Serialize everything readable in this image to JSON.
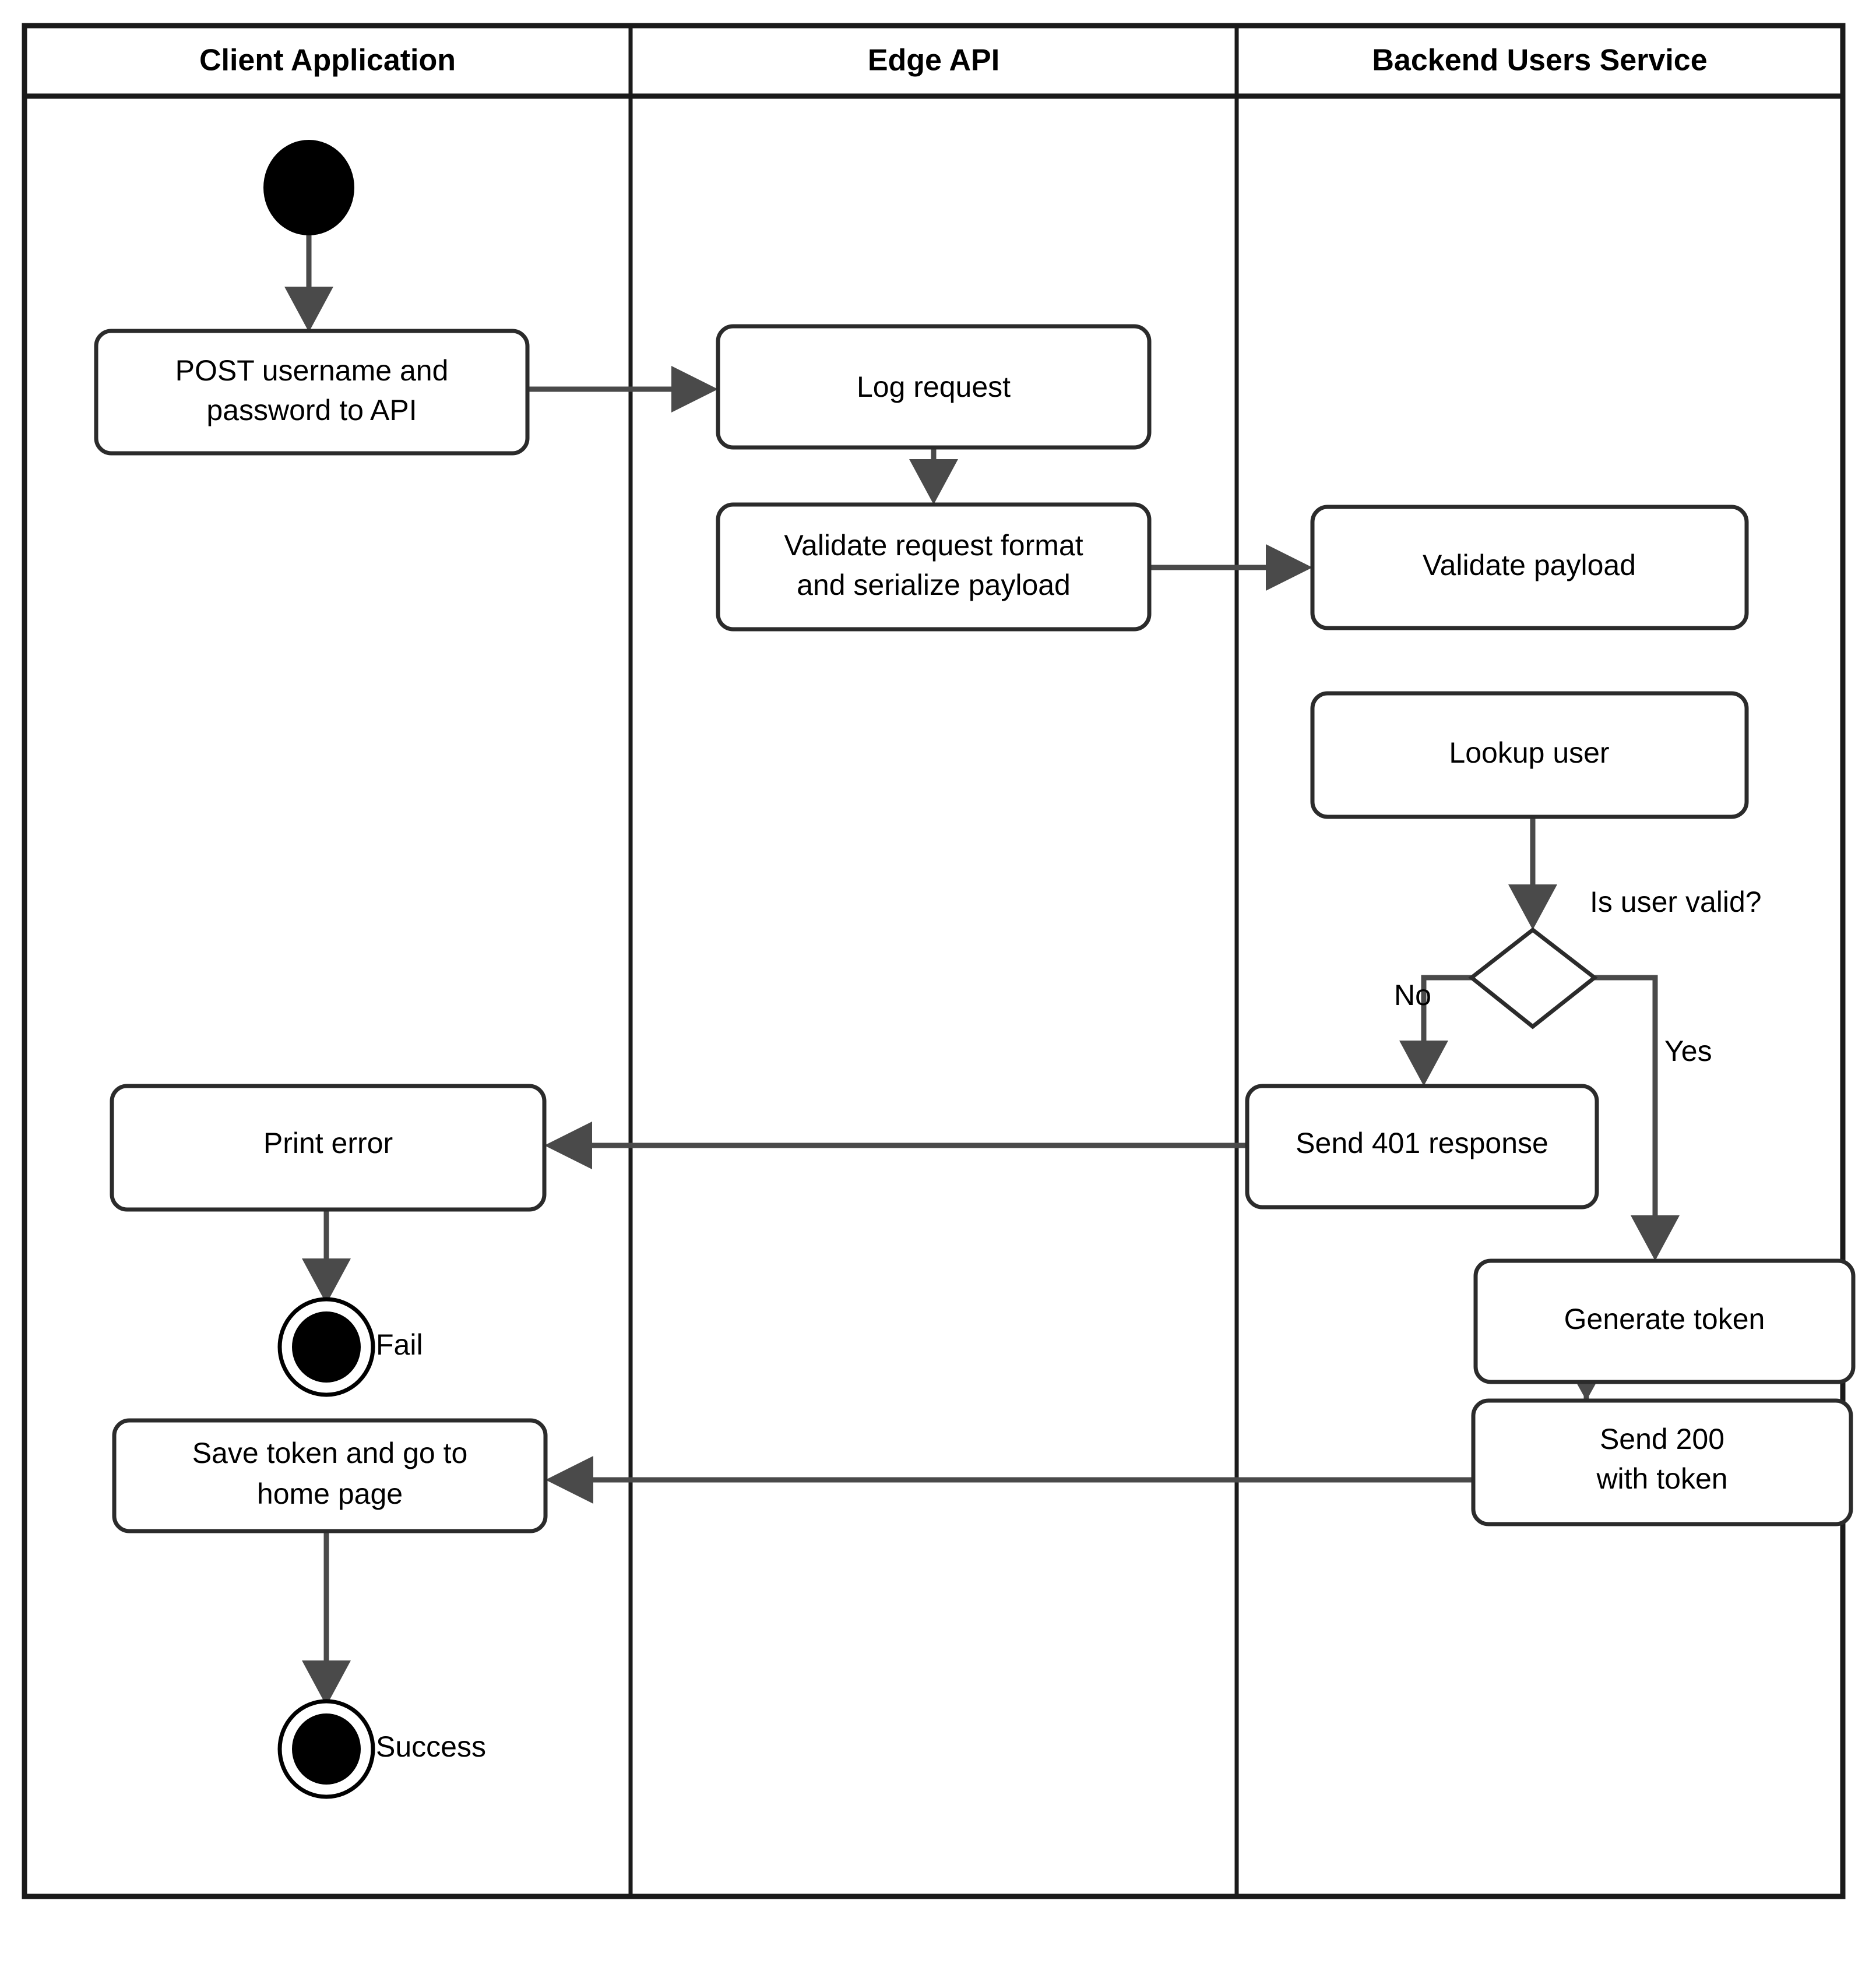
{
  "diagram": {
    "type": "uml-activity-swimlane",
    "title": "",
    "lanes": [
      {
        "id": "client",
        "label": "Client Application"
      },
      {
        "id": "edge",
        "label": "Edge API"
      },
      {
        "id": "backend",
        "label": "Backend Users Service"
      }
    ],
    "nodes": [
      {
        "id": "start",
        "lane": "client",
        "kind": "initial",
        "label": ""
      },
      {
        "id": "post-credentials",
        "lane": "client",
        "kind": "activity",
        "label": "POST username and\npassword to API"
      },
      {
        "id": "log-request",
        "lane": "edge",
        "kind": "activity",
        "label": "Log request"
      },
      {
        "id": "validate-format",
        "lane": "edge",
        "kind": "activity",
        "label": "Validate request format\nand serialize payload"
      },
      {
        "id": "validate-payload",
        "lane": "backend",
        "kind": "activity",
        "label": "Validate payload"
      },
      {
        "id": "lookup-user",
        "lane": "backend",
        "kind": "activity",
        "label": "Lookup user"
      },
      {
        "id": "is-user-valid",
        "lane": "backend",
        "kind": "decision",
        "label": "Is user valid?"
      },
      {
        "id": "send-401",
        "lane": "backend",
        "kind": "activity",
        "label": "Send 401 response"
      },
      {
        "id": "generate-token",
        "lane": "backend",
        "kind": "activity",
        "label": "Generate token"
      },
      {
        "id": "send-200",
        "lane": "backend",
        "kind": "activity",
        "label": "Send 200\nwith token"
      },
      {
        "id": "print-error",
        "lane": "client",
        "kind": "activity",
        "label": "Print error"
      },
      {
        "id": "fail-end",
        "lane": "client",
        "kind": "final",
        "label": "Fail"
      },
      {
        "id": "save-token",
        "lane": "client",
        "kind": "activity",
        "label": "Save token and go to\nhome page"
      },
      {
        "id": "success-end",
        "lane": "client",
        "kind": "final",
        "label": "Success"
      }
    ],
    "edges": [
      {
        "from": "start",
        "to": "post-credentials",
        "guard": ""
      },
      {
        "from": "post-credentials",
        "to": "log-request",
        "guard": ""
      },
      {
        "from": "log-request",
        "to": "validate-format",
        "guard": ""
      },
      {
        "from": "validate-format",
        "to": "validate-payload",
        "guard": ""
      },
      {
        "from": "lookup-user",
        "to": "is-user-valid",
        "guard": ""
      },
      {
        "from": "is-user-valid",
        "to": "send-401",
        "guard": "No"
      },
      {
        "from": "is-user-valid",
        "to": "generate-token",
        "guard": "Yes"
      },
      {
        "from": "send-401",
        "to": "print-error",
        "guard": ""
      },
      {
        "from": "print-error",
        "to": "fail-end",
        "guard": ""
      },
      {
        "from": "generate-token",
        "to": "send-200",
        "guard": ""
      },
      {
        "from": "send-200",
        "to": "save-token",
        "guard": ""
      },
      {
        "from": "save-token",
        "to": "success-end",
        "guard": ""
      }
    ],
    "guards": {
      "no": "No",
      "yes": "Yes"
    },
    "colors": {
      "background": "#ffffff",
      "frame": "#1a1a1a",
      "box_stroke": "#2b2b2b",
      "edge": "#4a4a4a",
      "node_fill": "#000000",
      "text": "#000000"
    }
  },
  "labels": {
    "lane_client": "Client Application",
    "lane_edge": "Edge API",
    "lane_backend": "Backend Users Service",
    "post_line1": "POST username and",
    "post_line2": "password to API",
    "log_request": "Log request",
    "validate_format_line1": "Validate request format",
    "validate_format_line2": "and serialize payload",
    "validate_payload": "Validate payload",
    "lookup_user": "Lookup user",
    "is_user_valid": "Is user valid?",
    "guard_no": "No",
    "guard_yes": "Yes",
    "send_401": "Send 401 response",
    "generate_token": "Generate token",
    "send_200_line1": "Send 200",
    "send_200_line2": "with token",
    "print_error": "Print error",
    "fail": "Fail",
    "save_token_line1": "Save token and go to",
    "save_token_line2": "home page",
    "success": "Success"
  }
}
